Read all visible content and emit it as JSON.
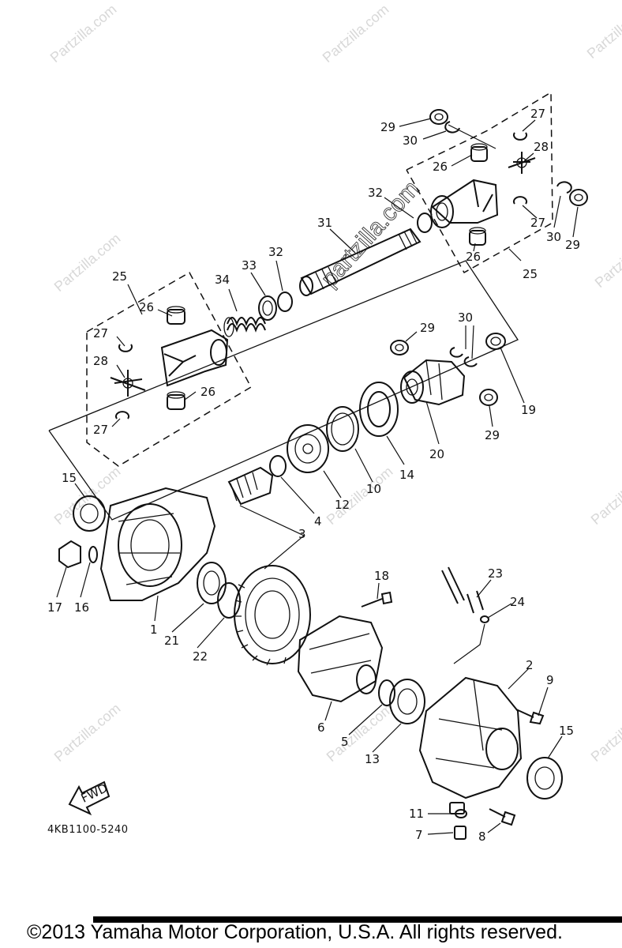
{
  "watermark": {
    "text": "Partzilla.com",
    "center_text": "partzilla.com"
  },
  "diagram_code": "4KB1100-5240",
  "fwd_label": "FWD",
  "callouts": [
    "1",
    "2",
    "3",
    "4",
    "5",
    "6",
    "7",
    "8",
    "9",
    "10",
    "11",
    "12",
    "13",
    "14",
    "15",
    "16",
    "17",
    "18",
    "19",
    "20",
    "21",
    "22",
    "23",
    "24",
    "25",
    "26",
    "27",
    "28",
    "29",
    "30",
    "31",
    "32",
    "33",
    "34"
  ],
  "footer": {
    "copyright": "©2013 Yamaha Motor Corporation, U.S.A. All rights reserved."
  }
}
